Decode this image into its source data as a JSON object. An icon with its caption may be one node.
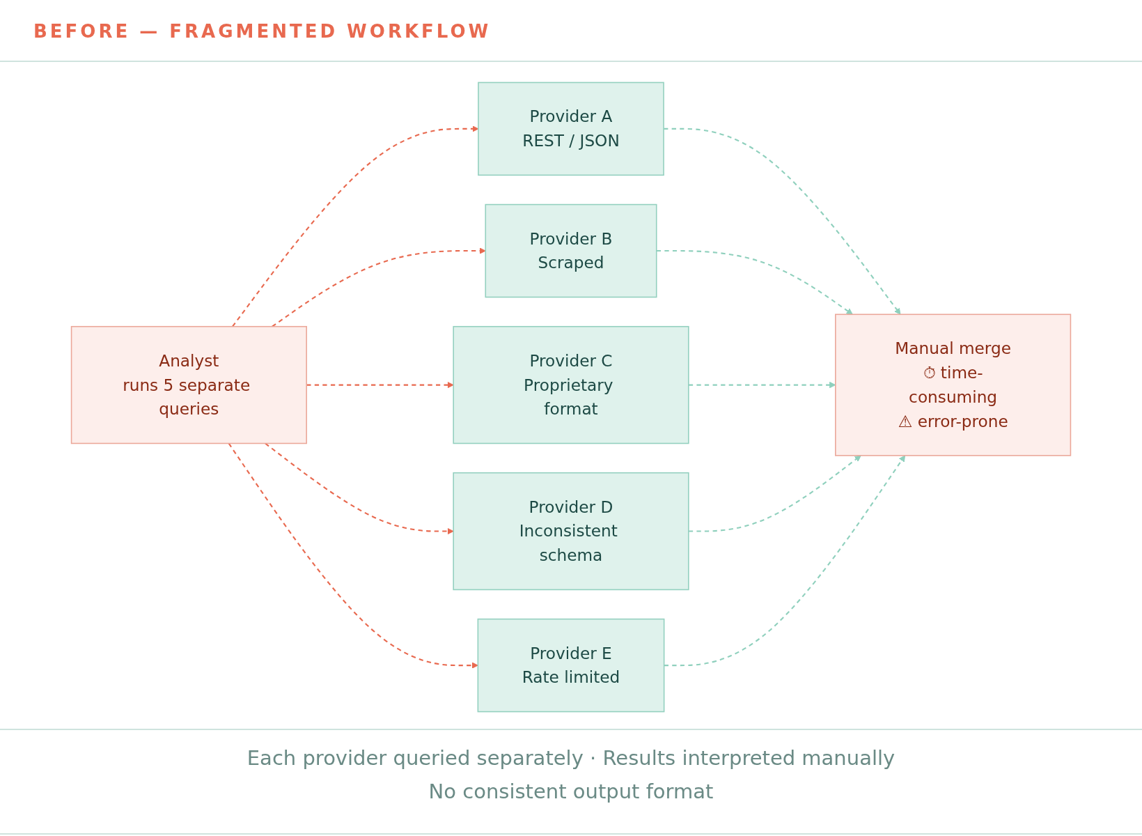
{
  "diagram": {
    "title": "BEFORE — FRAGMENTED WORKFLOW",
    "caption": "Each provider queried separately · Results interpreted manually",
    "nodes": [
      {
        "text": [
          "Analyst",
          "runs 5 separate queries"
        ]
      },
      {
        "text": [
          "Provider A",
          "REST / JSON"
        ]
      },
      {
        "text": [
          "Provider B",
          "Scraped"
        ]
      },
      {
        "text": [
          "Provider C",
          "Proprietary format"
        ]
      },
      {
        "text": [
          "Provider D",
          "Inconsistent schema"
        ]
      },
      {
        "text": [
          "Provider E",
          "Rate limited"
        ]
      },
      {
        "text": [
          "Manual merge",
          "⏱ time-consuming",
          "⚠ error-prone"
        ]
      }
    ],
    "edges": [
      {
        "from": 0,
        "to": 1,
        "arrow": "to",
        "style": "dashed",
        "color": "#e8694f"
      },
      {
        "from": 0,
        "to": 2,
        "arrow": "to",
        "style": "dashed",
        "color": "#e8694f"
      },
      {
        "from": 0,
        "to": 3,
        "arrow": "to",
        "style": "dashed",
        "color": "#e8694f"
      },
      {
        "from": 0,
        "to": 4,
        "arrow": "to",
        "style": "dashed",
        "color": "#e8694f"
      },
      {
        "from": 0,
        "to": 5,
        "arrow": "to",
        "style": "dashed",
        "color": "#e8694f"
      },
      {
        "from": 1,
        "to": 6,
        "arrow": "to",
        "style": "dashed",
        "color": "#8fd0bd"
      },
      {
        "from": 2,
        "to": 6,
        "arrow": "to",
        "style": "dashed",
        "color": "#8fd0bd"
      },
      {
        "from": 3,
        "to": 6,
        "arrow": "to",
        "style": "dashed",
        "color": "#8fd0bd"
      },
      {
        "from": 4,
        "to": 6,
        "arrow": "to",
        "style": "dashed",
        "color": "#8fd0bd"
      },
      {
        "from": 5,
        "to": 6,
        "arrow": "to",
        "style": "dashed",
        "color": "#8fd0bd"
      }
    ],
    "labels": [
      "No consistent output format"
    ]
  }
}
